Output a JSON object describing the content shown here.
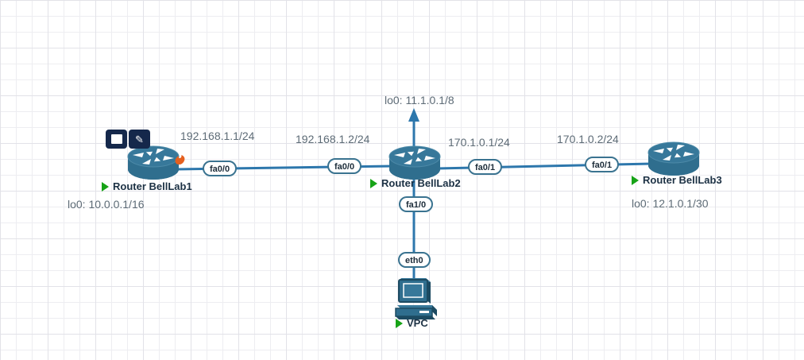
{
  "canvas": {
    "type": "network-topology",
    "grid": "on",
    "colors": {
      "background": "#ffffff",
      "grid_minor": "#ededf1",
      "grid_major": "#e2e2e8",
      "link": "#2d77ac",
      "node_fill": "#2f6e8e",
      "node_dark": "#1c4a61",
      "pill_border": "#3a7390",
      "status_running_green": "#17a317",
      "flame_orange": "#e5601f",
      "toolbar_navy": "#15284b",
      "annotation_gray": "#5d6b76",
      "label_dark": "#1c3144"
    }
  },
  "icons": {
    "pencil_glyph": "✎"
  },
  "nodes": {
    "router1": {
      "label": "Router BellLab1",
      "status": "started",
      "loopback": "lo0: 10.0.0.1/16"
    },
    "router2": {
      "label": "Router BellLab2",
      "status": "started",
      "loopback": "lo0: 11.1.0.1/8"
    },
    "router3": {
      "label": "Router BellLab3",
      "status": "started",
      "loopback": "lo0: 12.1.0.1/30"
    },
    "vpc": {
      "label": "VPC",
      "status": "started"
    }
  },
  "ports": {
    "router1_fa0_0": "fa0/0",
    "router2_fa0_0": "fa0/0",
    "router2_fa0_1": "fa0/1",
    "router3_fa0_1": "fa0/1",
    "router2_fa1_0": "fa1/0",
    "vpc_eth0": "eth0"
  },
  "ip_labels": {
    "link1_left": "192.168.1.1/24",
    "link1_right": "192.168.1.2/24",
    "link2_left": "170.1.0.1/24",
    "link2_right": "170.1.0.2/24"
  },
  "links": [
    {
      "from": "Router BellLab1",
      "from_port": "fa0/0",
      "to": "Router BellLab2",
      "to_port": "fa0/0"
    },
    {
      "from": "Router BellLab2",
      "from_port": "fa0/1",
      "to": "Router BellLab3",
      "to_port": "fa0/1"
    },
    {
      "from": "Router BellLab2",
      "from_port": "fa1/0",
      "to": "VPC",
      "to_port": "eth0"
    }
  ]
}
